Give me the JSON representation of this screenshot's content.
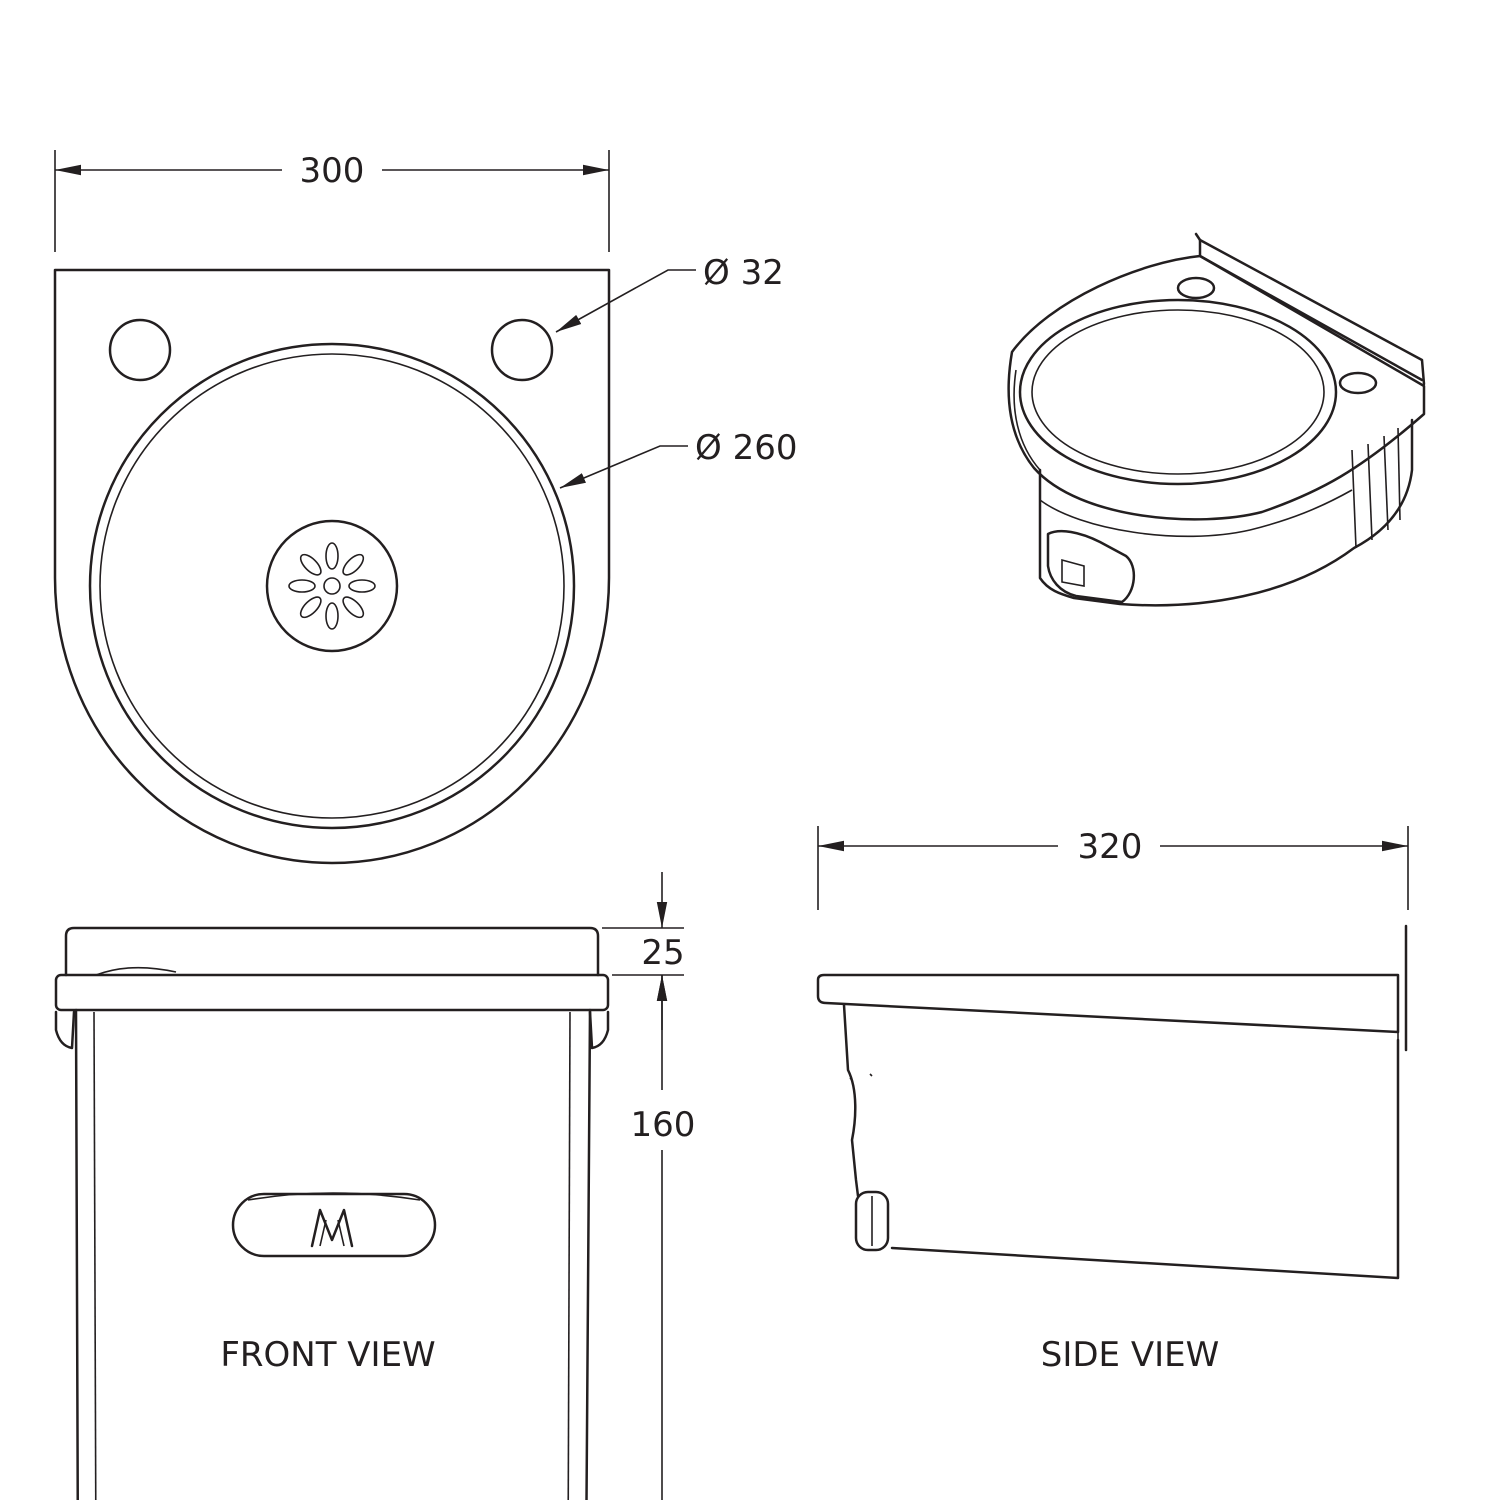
{
  "dimensions": {
    "width_top": "300",
    "hole_diameter": "Ø 32",
    "bowl_diameter": "Ø 260",
    "rim_height": "25",
    "body_height": "160",
    "depth_side": "320"
  },
  "labels": {
    "front_view": "FRONT VIEW",
    "side_view": "SIDE VIEW"
  },
  "colors": {
    "line": "#231f20",
    "background": "#ffffff"
  }
}
